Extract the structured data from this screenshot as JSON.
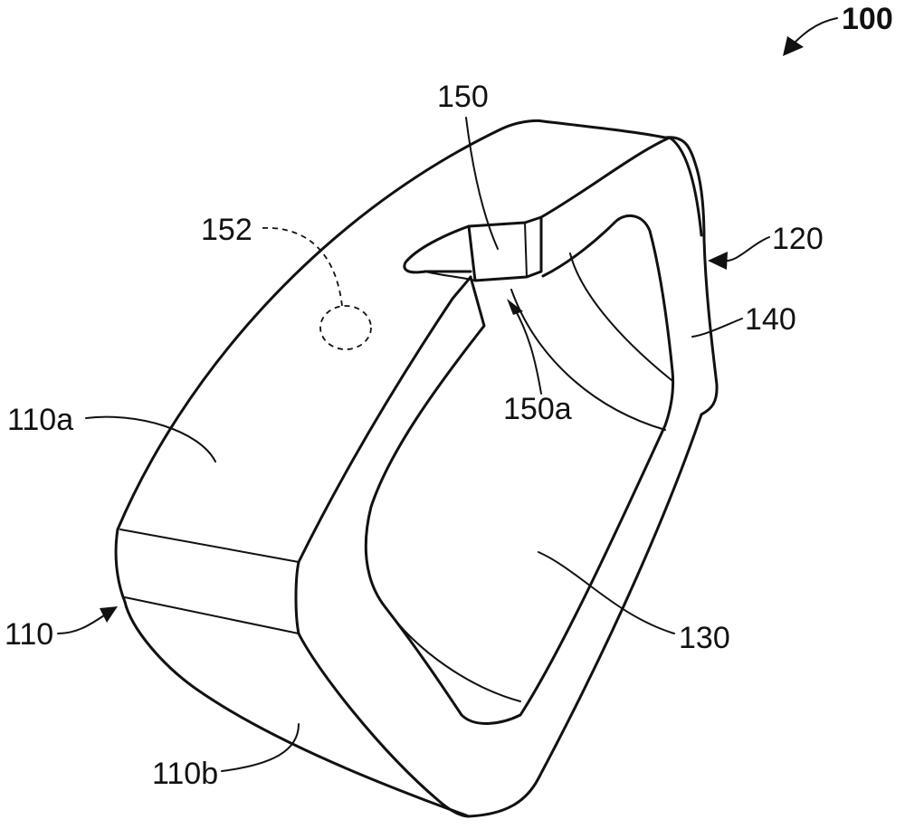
{
  "labels": {
    "ref_100": "100",
    "ref_150": "150",
    "ref_152": "152",
    "ref_120": "120",
    "ref_140": "140",
    "ref_110a": "110a",
    "ref_150a": "150a",
    "ref_130": "130",
    "ref_110": "110",
    "ref_110b": "110b"
  }
}
